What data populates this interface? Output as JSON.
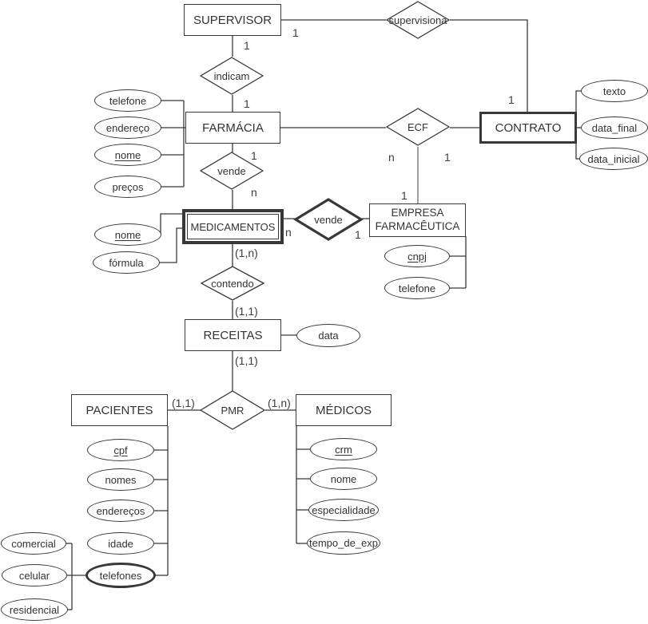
{
  "entities": {
    "supervisor": {
      "label": "SUPERVISOR"
    },
    "farmacia": {
      "label": "FARMÁCIA"
    },
    "contrato": {
      "label": "CONTRATO"
    },
    "medicamentos": {
      "label": "MEDICAMENTOS"
    },
    "empresa_farmaceutica": {
      "line1": "EMPRESA",
      "line2": "FARMACÊUTICA"
    },
    "receitas": {
      "label": "RECEITAS"
    },
    "pacientes": {
      "label": "PACIENTES"
    },
    "medicos": {
      "label": "MÉDICOS"
    }
  },
  "relationships": {
    "supervisiona": {
      "label": "supervisiona"
    },
    "indicam": {
      "label": "indicam"
    },
    "ecf": {
      "label": "ECF"
    },
    "vende_farmacia": {
      "label": "vende"
    },
    "vende_empresa": {
      "label": "vende"
    },
    "contendo": {
      "label": "contendo"
    },
    "pmr": {
      "label": "PMR"
    }
  },
  "attributes": {
    "farmacia": [
      {
        "label": "telefone",
        "key": false
      },
      {
        "label": "endereço",
        "key": false
      },
      {
        "label": "nome",
        "key": true
      },
      {
        "label": "preços",
        "key": false
      }
    ],
    "contrato": [
      {
        "label": "texto",
        "key": false
      },
      {
        "label": "data_final",
        "key": false
      },
      {
        "label": "data_inicial",
        "key": false
      }
    ],
    "medicamentos": [
      {
        "label": "nome",
        "key": true
      },
      {
        "label": "fórmula",
        "key": false
      }
    ],
    "empresa_farmaceutica": [
      {
        "label": "cnpj",
        "key": true
      },
      {
        "label": "telefone",
        "key": false
      }
    ],
    "receitas": [
      {
        "label": "data",
        "key": false
      }
    ],
    "pacientes": [
      {
        "label": "cpf",
        "key": true
      },
      {
        "label": "nomes",
        "key": false
      },
      {
        "label": "endereços",
        "key": false
      },
      {
        "label": "idade",
        "key": false
      },
      {
        "label": "telefones",
        "key": false,
        "multivalued": true
      }
    ],
    "telefones_composite": [
      {
        "label": "comercial",
        "key": false
      },
      {
        "label": "celular",
        "key": false
      },
      {
        "label": "residencial",
        "key": false
      }
    ],
    "medicos": [
      {
        "label": "crm",
        "key": true
      },
      {
        "label": "nome",
        "key": false
      },
      {
        "label": "especialidade",
        "key": false
      },
      {
        "label": "tempo_de_exp",
        "key": false
      }
    ]
  },
  "cardinalities": {
    "supervisor_supervisiona": "1",
    "supervisiona_contrato": "1",
    "supervisor_indicam": "1",
    "indicam_farmacia": "1",
    "ecf_farmacia_leg": "n",
    "ecf_contrato_leg": "1",
    "ecf_empresa_leg": "1",
    "farmacia_vende": "1",
    "vende_medicamentos": "n",
    "medicamentos_vende2": "n",
    "vende2_empresa": "1",
    "medicamentos_contendo": "(1,n)",
    "contendo_receitas": "(1,1)",
    "receitas_pmr": "(1,1)",
    "pacientes_pmr": "(1,1)",
    "pmr_medicos": "(1,n)"
  },
  "colors": {
    "line": "#383838",
    "gray_line": "#9e9e9e",
    "text": "#333333",
    "background": "#ffffff"
  }
}
